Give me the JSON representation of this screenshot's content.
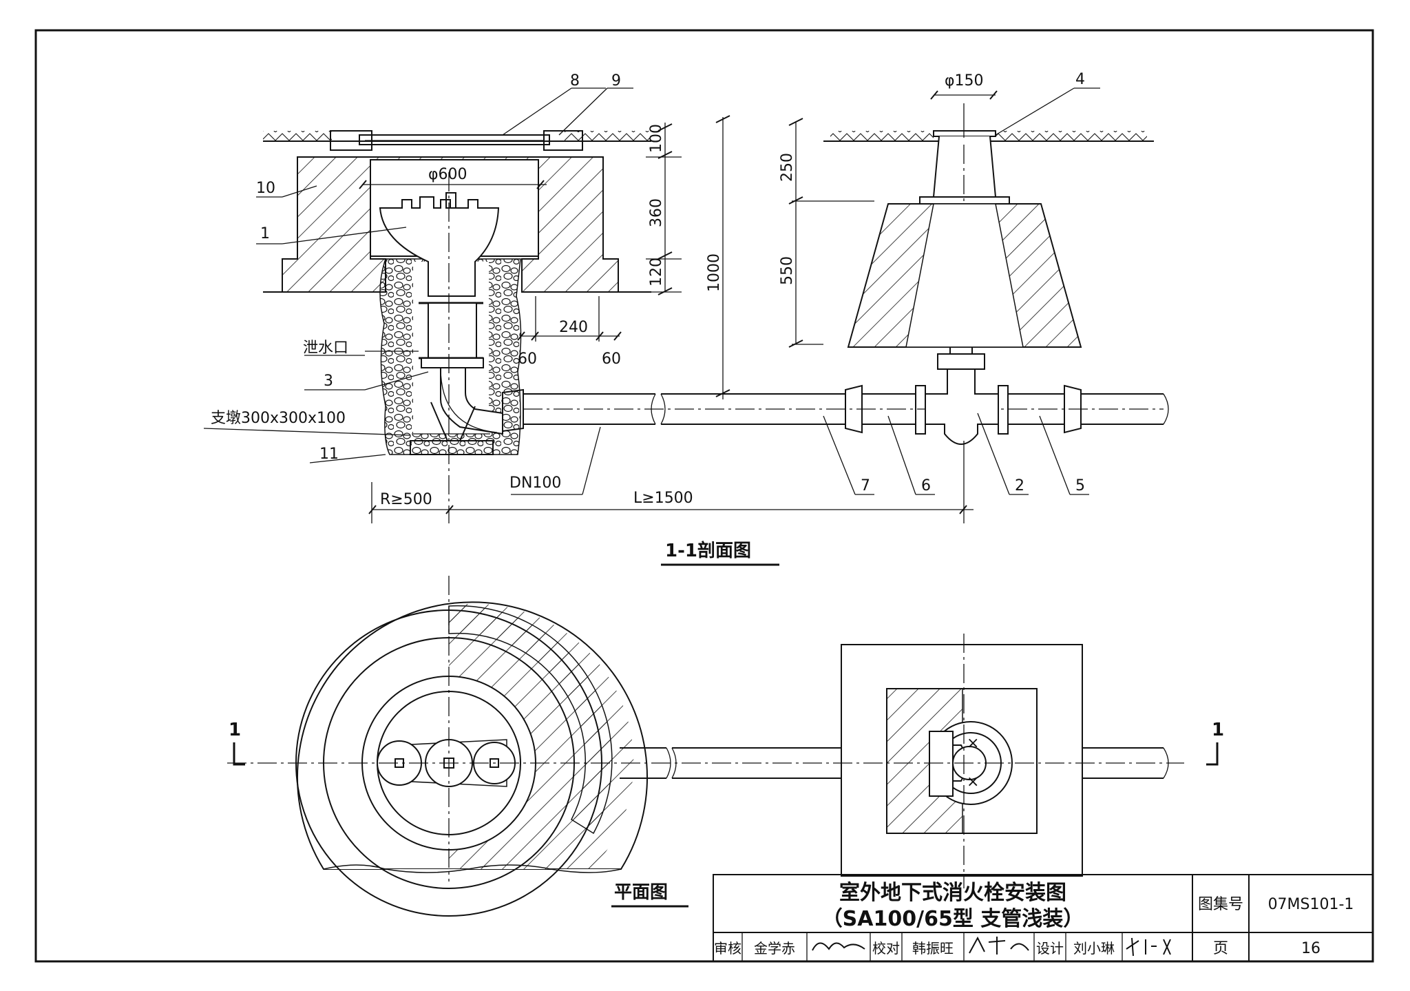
{
  "section_title": "1-1剖面图",
  "plan_title": "平面图",
  "section_marker": "1",
  "callouts": {
    "n1": "1",
    "n2": "2",
    "n3": "3",
    "n4": "4",
    "n5": "5",
    "n6": "6",
    "n7": "7",
    "n8": "8",
    "n9": "9",
    "n10": "10",
    "n11": "11"
  },
  "labels": {
    "drain": "泄水口",
    "support": "支墩300x300x100",
    "dn": "DN100",
    "radius": "R≥500",
    "length": "L≥1500"
  },
  "dims": {
    "d600": "φ600",
    "d150": "φ150",
    "v100": "100",
    "v360": "360",
    "v120": "120",
    "v1000": "1000",
    "v250": "250",
    "v550": "550",
    "h240": "240",
    "h60a": "60",
    "h60b": "60"
  },
  "title_block": {
    "title_line1": "室外地下式消火栓安装图",
    "title_line2": "（SA100/65型  支管浅装）",
    "atlas_label": "图集号",
    "atlas_no": "07MS101-1",
    "page_label": "页",
    "page_no": "16",
    "review_label": "审核",
    "reviewer": "金学赤",
    "check_label": "校对",
    "checker": "韩振旺",
    "design_label": "设计",
    "designer": "刘小琳"
  }
}
